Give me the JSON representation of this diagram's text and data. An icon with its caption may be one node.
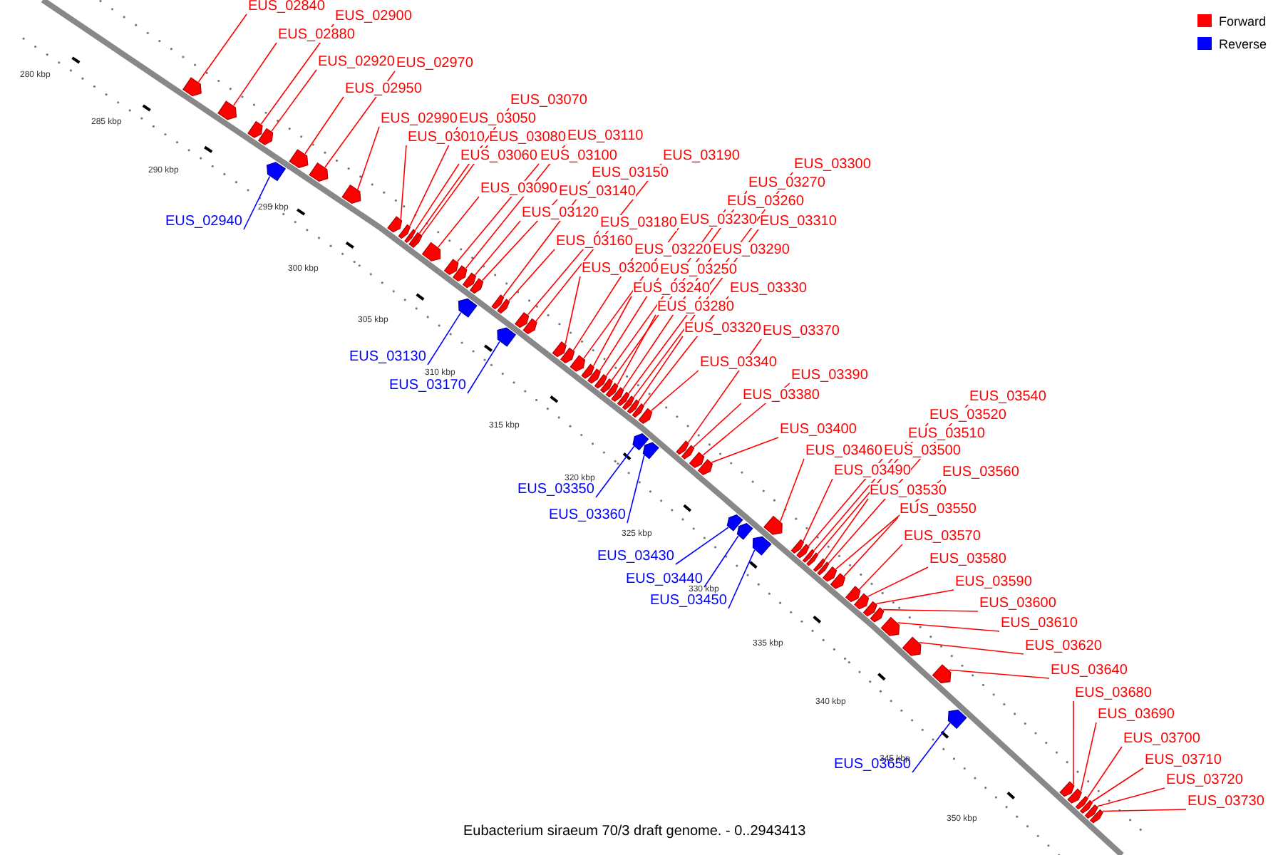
{
  "diagram": {
    "caption": "Eubacterium siraeum 70/3 draft genome. - 0..2943413",
    "nodes": [
      {
        "text": [
          "EUS_02840"
        ]
      },
      {
        "text": [
          "EUS_02900"
        ]
      },
      {
        "text": [
          "EUS_02880"
        ]
      },
      {
        "text": [
          "EUS_02920"
        ]
      },
      {
        "text": [
          "EUS_02970"
        ]
      },
      {
        "text": [
          "EUS_02950"
        ]
      },
      {
        "text": [
          "EUS_03070"
        ]
      },
      {
        "text": [
          "EUS_02990"
        ]
      },
      {
        "text": [
          "EUS_03050"
        ]
      },
      {
        "text": [
          "EUS_03010"
        ]
      },
      {
        "text": [
          "EUS_03080"
        ]
      },
      {
        "text": [
          "EUS_03110"
        ]
      },
      {
        "text": [
          "EUS_03060"
        ]
      },
      {
        "text": [
          "EUS_03100"
        ]
      },
      {
        "text": [
          "EUS_03190"
        ]
      },
      {
        "text": [
          "EUS_03300"
        ]
      },
      {
        "text": [
          "EUS_03150"
        ]
      },
      {
        "text": [
          "EUS_03270"
        ]
      },
      {
        "text": [
          "EUS_03090"
        ]
      },
      {
        "text": [
          "EUS_03140"
        ]
      },
      {
        "text": [
          "EUS_03260"
        ]
      },
      {
        "text": [
          "EUS_03120"
        ]
      },
      {
        "text": [
          "EUS_03230"
        ]
      },
      {
        "text": [
          "EUS_03310"
        ]
      },
      {
        "text": [
          "EUS_02940"
        ]
      },
      {
        "text": [
          "EUS_03180"
        ]
      },
      {
        "text": [
          "EUS_03160"
        ]
      },
      {
        "text": [
          "EUS_03220"
        ]
      },
      {
        "text": [
          "EUS_03290"
        ]
      },
      {
        "text": [
          "EUS_03200"
        ]
      },
      {
        "text": [
          "EUS_03250"
        ]
      },
      {
        "text": [
          "EUS_03240"
        ]
      },
      {
        "text": [
          "EUS_03330"
        ]
      },
      {
        "text": [
          "EUS_03280"
        ]
      },
      {
        "text": [
          "EUS_03320"
        ]
      },
      {
        "text": [
          "EUS_03370"
        ]
      },
      {
        "text": [
          "EUS_03130"
        ]
      },
      {
        "text": [
          "EUS_03340"
        ]
      },
      {
        "text": [
          "EUS_03390"
        ]
      },
      {
        "text": [
          "EUS_03170"
        ]
      },
      {
        "text": [
          "EUS_03380"
        ]
      },
      {
        "text": [
          "EUS_03540"
        ]
      },
      {
        "text": [
          "EUS_03520"
        ]
      },
      {
        "text": [
          "EUS_03400"
        ]
      },
      {
        "text": [
          "EUS_03510"
        ]
      },
      {
        "text": [
          "EUS_03460"
        ]
      },
      {
        "text": [
          "EUS_03500"
        ]
      },
      {
        "text": [
          "EUS_03490"
        ]
      },
      {
        "text": [
          "EUS_03560"
        ]
      },
      {
        "text": [
          "EUS_03350"
        ]
      },
      {
        "text": [
          "EUS_03530"
        ]
      },
      {
        "text": [
          "EUS_03550"
        ]
      },
      {
        "text": [
          "EUS_03360"
        ]
      },
      {
        "text": [
          "EUS_03570"
        ]
      },
      {
        "text": [
          "EUS_03430"
        ]
      },
      {
        "text": [
          "EUS_03580"
        ]
      },
      {
        "text": [
          "EUS_03440"
        ]
      },
      {
        "text": [
          "EUS_03590"
        ]
      },
      {
        "text": [
          "EUS_03450"
        ]
      },
      {
        "text": [
          "EUS_03600"
        ]
      },
      {
        "text": [
          "EUS_03610"
        ]
      },
      {
        "text": [
          "EUS_03620"
        ]
      },
      {
        "text": [
          "EUS_03640"
        ]
      },
      {
        "text": [
          "EUS_03680"
        ]
      },
      {
        "text": [
          "EUS_03690"
        ]
      },
      {
        "text": [
          "EUS_03700"
        ]
      },
      {
        "text": [
          "EUS_03710"
        ]
      },
      {
        "text": [
          "EUS_03650"
        ]
      },
      {
        "text": [
          "EUS_03720"
        ]
      },
      {
        "text": [
          "EUS_03730"
        ]
      },
      {
        "text": [],
        "shape": "box"
      },
      {
        "text": [],
        "shape": "box"
      },
      {
        "text": [],
        "shape": "box"
      },
      {
        "text": [],
        "shape": "box"
      },
      {
        "text": [],
        "shape": "box"
      },
      {
        "text": [],
        "shape": "box"
      },
      {
        "text": [],
        "shape": "box"
      },
      {
        "text": [],
        "shape": "box"
      },
      {
        "text": [],
        "shape": "box"
      },
      {
        "text": [],
        "shape": "box"
      },
      {
        "text": [],
        "shape": "box"
      },
      {
        "text": [],
        "shape": "box"
      },
      {
        "text": [],
        "shape": "box"
      },
      {
        "text": [],
        "shape": "box"
      },
      {
        "text": [],
        "shape": "box"
      },
      {
        "text": [],
        "shape": "box"
      },
      {
        "text": [],
        "shape": "box"
      },
      {
        "text": [],
        "shape": "box"
      },
      {
        "text": [],
        "shape": "box"
      },
      {
        "text": [],
        "shape": "box"
      },
      {
        "text": [],
        "shape": "box"
      },
      {
        "text": [],
        "shape": "box"
      },
      {
        "text": [],
        "shape": "box"
      },
      {
        "text": [],
        "shape": "box"
      },
      {
        "text": [],
        "shape": "box"
      },
      {
        "text": [],
        "shape": "box"
      },
      {
        "text": [],
        "shape": "box"
      },
      {
        "text": [],
        "shape": "box"
      },
      {
        "text": [],
        "shape": "box"
      },
      {
        "text": [],
        "shape": "box"
      },
      {
        "text": [],
        "shape": "box"
      },
      {
        "text": [],
        "shape": "box"
      },
      {
        "text": [],
        "shape": "box"
      },
      {
        "text": [],
        "shape": "box"
      },
      {
        "text": [],
        "shape": "box"
      },
      {
        "text": [],
        "shape": "box"
      },
      {
        "text": [],
        "shape": "box"
      },
      {
        "text": [],
        "shape": "box"
      },
      {
        "text": [],
        "shape": "box"
      },
      {
        "text": [],
        "shape": "box"
      },
      {
        "text": [],
        "shape": "box"
      },
      {
        "text": [],
        "shape": "box"
      },
      {
        "text": [],
        "shape": "box"
      },
      {
        "text": [],
        "shape": "box"
      },
      {
        "text": [],
        "shape": "box"
      },
      {
        "text": [],
        "shape": "box"
      },
      {
        "text": [],
        "shape": "box"
      },
      {
        "text": [],
        "shape": "box"
      },
      {
        "text": [],
        "shape": "box"
      },
      {
        "text": [],
        "shape": "box"
      },
      {
        "text": [],
        "shape": "box"
      },
      {
        "text": [],
        "shape": "box"
      },
      {
        "text": [],
        "shape": "box"
      },
      {
        "text": [],
        "shape": "box"
      },
      {
        "text": [],
        "shape": "box"
      },
      {
        "text": [],
        "shape": "box"
      },
      {
        "text": [],
        "shape": "box"
      },
      {
        "text": [],
        "shape": "box"
      },
      {
        "text": [],
        "shape": "box"
      },
      {
        "text": [],
        "shape": "box"
      },
      {
        "text": [],
        "shape": "box"
      },
      {
        "text": [],
        "shape": "box"
      },
      {
        "text": [],
        "shape": "box"
      },
      {
        "text": [],
        "shape": "box"
      },
      {
        "text": [],
        "shape": "box"
      },
      {
        "text": [],
        "shape": "box"
      },
      {
        "text": [],
        "shape": "box"
      },
      {
        "text": [],
        "shape": "box"
      },
      {
        "text": [],
        "shape": "box"
      },
      {
        "text": [],
        "shape": "box"
      }
    ],
    "edges": [
      {
        "from": 0,
        "to": 70,
        "arrow": "none"
      },
      {
        "from": 1,
        "to": 71,
        "arrow": "none"
      },
      {
        "from": 2,
        "to": 72,
        "arrow": "none"
      },
      {
        "from": 3,
        "to": 73,
        "arrow": "none"
      },
      {
        "from": 4,
        "to": 74,
        "arrow": "none"
      },
      {
        "from": 5,
        "to": 75,
        "arrow": "none"
      },
      {
        "from": 6,
        "to": 76,
        "arrow": "none"
      },
      {
        "from": 7,
        "to": 77,
        "arrow": "none"
      },
      {
        "from": 8,
        "to": 78,
        "arrow": "none"
      },
      {
        "from": 9,
        "to": 79,
        "arrow": "none"
      },
      {
        "from": 10,
        "to": 80,
        "arrow": "none"
      },
      {
        "from": 11,
        "to": 81,
        "arrow": "none"
      },
      {
        "from": 12,
        "to": 82,
        "arrow": "none"
      },
      {
        "from": 13,
        "to": 83,
        "arrow": "none"
      },
      {
        "from": 14,
        "to": 84,
        "arrow": "none"
      },
      {
        "from": 15,
        "to": 85,
        "arrow": "none"
      },
      {
        "from": 16,
        "to": 86,
        "arrow": "none"
      },
      {
        "from": 17,
        "to": 87,
        "arrow": "none"
      },
      {
        "from": 18,
        "to": 88,
        "arrow": "none"
      },
      {
        "from": 19,
        "to": 89,
        "arrow": "none"
      },
      {
        "from": 20,
        "to": 90,
        "arrow": "none"
      },
      {
        "from": 21,
        "to": 91,
        "arrow": "none"
      },
      {
        "from": 22,
        "to": 92,
        "arrow": "none"
      },
      {
        "from": 23,
        "to": 93,
        "arrow": "none"
      },
      {
        "from": 24,
        "to": 94,
        "arrow": "none",
        "color": "#0000ff"
      },
      {
        "from": 25,
        "to": 95,
        "arrow": "none"
      },
      {
        "from": 26,
        "to": 96,
        "arrow": "none"
      },
      {
        "from": 27,
        "to": 97,
        "arrow": "none"
      },
      {
        "from": 28,
        "to": 98,
        "arrow": "none"
      },
      {
        "from": 29,
        "to": 99,
        "arrow": "none"
      },
      {
        "from": 30,
        "to": 100,
        "arrow": "none"
      },
      {
        "from": 31,
        "to": 101,
        "arrow": "none"
      },
      {
        "from": 32,
        "to": 102,
        "arrow": "none"
      },
      {
        "from": 33,
        "to": 103,
        "arrow": "none"
      },
      {
        "from": 34,
        "to": 104,
        "arrow": "none"
      },
      {
        "from": 35,
        "to": 105,
        "arrow": "none"
      },
      {
        "from": 36,
        "to": 106,
        "arrow": "none",
        "color": "#0000ff"
      },
      {
        "from": 37,
        "to": 107,
        "arrow": "none"
      },
      {
        "from": 38,
        "to": 108,
        "arrow": "none"
      },
      {
        "from": 39,
        "to": 109,
        "arrow": "none",
        "color": "#0000ff"
      },
      {
        "from": 40,
        "to": 110,
        "arrow": "none"
      },
      {
        "from": 41,
        "to": 111,
        "arrow": "none"
      },
      {
        "from": 42,
        "to": 112,
        "arrow": "none"
      },
      {
        "from": 43,
        "to": 113,
        "arrow": "none"
      },
      {
        "from": 44,
        "to": 114,
        "arrow": "none"
      },
      {
        "from": 45,
        "to": 115,
        "arrow": "none"
      },
      {
        "from": 46,
        "to": 116,
        "arrow": "none"
      },
      {
        "from": 47,
        "to": 117,
        "arrow": "none"
      },
      {
        "from": 48,
        "to": 118,
        "arrow": "none"
      },
      {
        "from": 49,
        "to": 119,
        "arrow": "none",
        "color": "#0000ff"
      },
      {
        "from": 50,
        "to": 120,
        "arrow": "none"
      },
      {
        "from": 51,
        "to": 121,
        "arrow": "none"
      },
      {
        "from": 52,
        "to": 122,
        "arrow": "none",
        "color": "#0000ff"
      },
      {
        "from": 53,
        "to": 123,
        "arrow": "none"
      },
      {
        "from": 54,
        "to": 124,
        "arrow": "none",
        "color": "#0000ff"
      },
      {
        "from": 55,
        "to": 125,
        "arrow": "none"
      },
      {
        "from": 56,
        "to": 126,
        "arrow": "none",
        "color": "#0000ff"
      },
      {
        "from": 57,
        "to": 127,
        "arrow": "none"
      },
      {
        "from": 58,
        "to": 128,
        "arrow": "none",
        "color": "#0000ff"
      },
      {
        "from": 59,
        "to": 129,
        "arrow": "none"
      },
      {
        "from": 60,
        "to": 130,
        "arrow": "none"
      },
      {
        "from": 61,
        "to": 131,
        "arrow": "none"
      },
      {
        "from": 62,
        "to": 132,
        "arrow": "none"
      },
      {
        "from": 63,
        "to": 133,
        "arrow": "none"
      },
      {
        "from": 64,
        "to": 134,
        "arrow": "none"
      },
      {
        "from": 65,
        "to": 135,
        "arrow": "none"
      },
      {
        "from": 66,
        "to": 136,
        "arrow": "none"
      },
      {
        "from": 67,
        "to": 137,
        "arrow": "none",
        "color": "#0000ff"
      },
      {
        "from": 68,
        "to": 138,
        "arrow": "none"
      },
      {
        "from": 69,
        "to": 139,
        "arrow": "none"
      }
    ],
    "labels": [
      "280 kbp",
      "285 kbp",
      "290 kbp",
      "295 kbp",
      "300 kbp",
      "305 kbp",
      "310 kbp",
      "315 kbp",
      "320 kbp",
      "325 kbp",
      "330 kbp",
      "335 kbp",
      "340 kbp",
      "345 kbp",
      "350 kbp"
    ],
    "legend": [
      {
        "text": "Forward",
        "color": "#ff0000"
      },
      {
        "text": "Reverse",
        "color": "#0000ff"
      }
    ]
  }
}
